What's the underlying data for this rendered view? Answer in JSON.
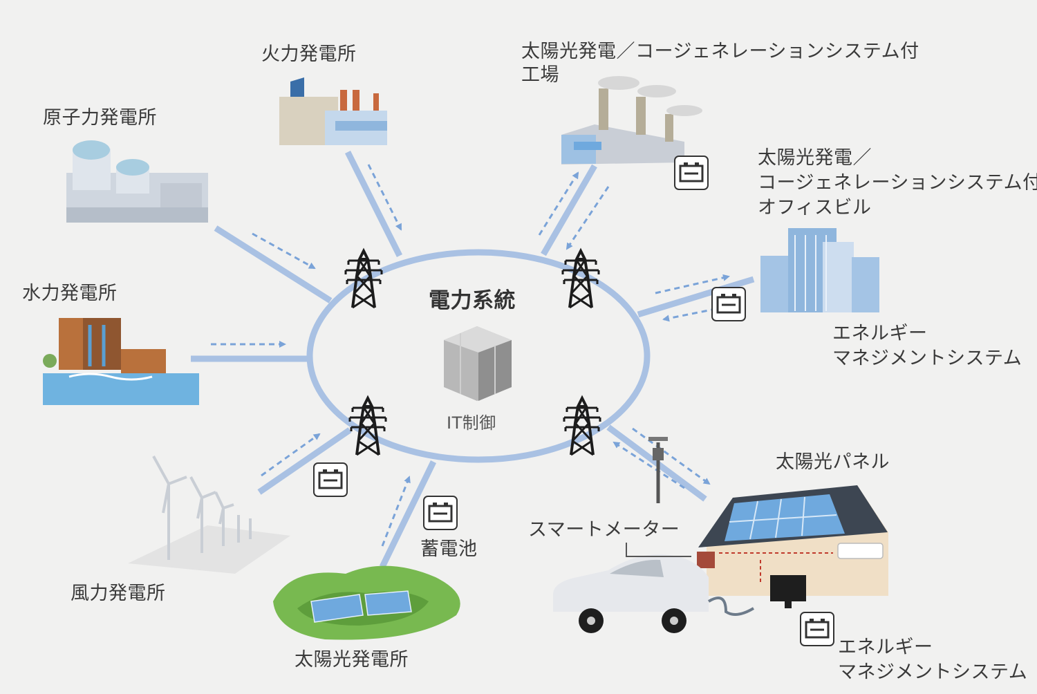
{
  "center": {
    "title": "電力系統",
    "it_label": "IT制御"
  },
  "nodes": {
    "nuclear": "原子力発電所",
    "thermal": "火力発電所",
    "hydro": "水力発電所",
    "wind": "風力発電所",
    "solar_plant": "太陽光発電所",
    "battery": "蓄電池",
    "factory_line1": "太陽光発電／コージェネレーションシステム付",
    "factory_line2": "工場",
    "office_line1": "太陽光発電／",
    "office_line2": "コージェネレーションシステム付",
    "office_line3": "オフィスビル",
    "ems_office_line1": "エネルギー",
    "ems_office_line2": "マネジメントシステム",
    "solar_panel": "太陽光パネル",
    "smart_meter": "スマートメーター",
    "ems_home_line1": "エネルギー",
    "ems_home_line2": "マネジメントシステム"
  },
  "colors": {
    "background": "#f1f1f0",
    "grid_line": "#a9c1e3",
    "flow_arrow": "#7aa3d8",
    "tower": "#1c1c1c",
    "water": "#6fb3e0",
    "green": "#78b950"
  }
}
